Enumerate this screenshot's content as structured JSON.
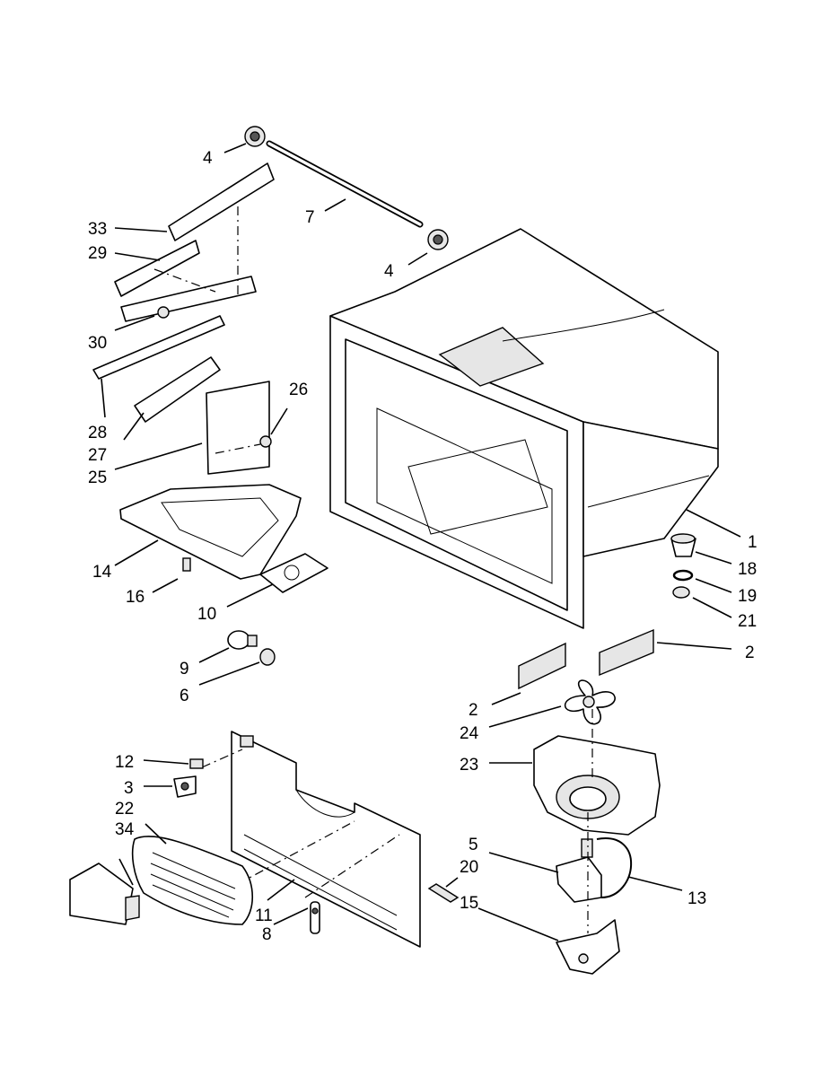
{
  "callouts": [
    {
      "id": "c4a",
      "label": "4"
    },
    {
      "id": "c7",
      "label": "7"
    },
    {
      "id": "c4b",
      "label": "4"
    },
    {
      "id": "c33",
      "label": "33"
    },
    {
      "id": "c29",
      "label": "29"
    },
    {
      "id": "c30",
      "label": "30"
    },
    {
      "id": "c28",
      "label": "28"
    },
    {
      "id": "c27",
      "label": "27"
    },
    {
      "id": "c25",
      "label": "25"
    },
    {
      "id": "c26",
      "label": "26"
    },
    {
      "id": "c14",
      "label": "14"
    },
    {
      "id": "c16",
      "label": "16"
    },
    {
      "id": "c10",
      "label": "10"
    },
    {
      "id": "c9",
      "label": "9"
    },
    {
      "id": "c6",
      "label": "6"
    },
    {
      "id": "c1",
      "label": "1"
    },
    {
      "id": "c18",
      "label": "18"
    },
    {
      "id": "c19",
      "label": "19"
    },
    {
      "id": "c21",
      "label": "21"
    },
    {
      "id": "c2a",
      "label": "2"
    },
    {
      "id": "c2b",
      "label": "2"
    },
    {
      "id": "c24",
      "label": "24"
    },
    {
      "id": "c23",
      "label": "23"
    },
    {
      "id": "c12",
      "label": "12"
    },
    {
      "id": "c3",
      "label": "3"
    },
    {
      "id": "c22",
      "label": "22"
    },
    {
      "id": "c34",
      "label": "34"
    },
    {
      "id": "c11",
      "label": "11"
    },
    {
      "id": "c8",
      "label": "8"
    },
    {
      "id": "c20",
      "label": "20"
    },
    {
      "id": "c15",
      "label": "15"
    },
    {
      "id": "c5",
      "label": "5"
    },
    {
      "id": "c13",
      "label": "13"
    }
  ]
}
